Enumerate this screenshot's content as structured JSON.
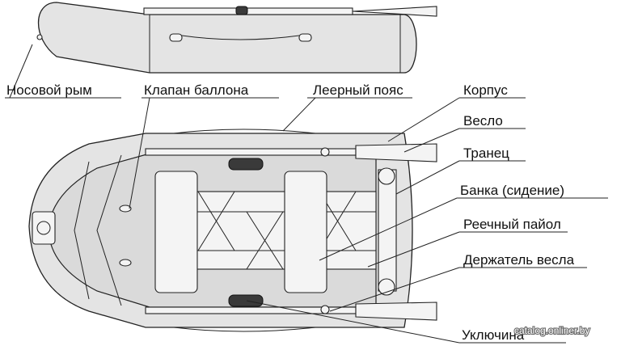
{
  "labels": {
    "bow_rope": "Носовой рым",
    "balloon_valve": "Клапан баллона",
    "lifeline": "Леерный пояс",
    "hull": "Корпус",
    "oar": "Весло",
    "transom": "Транец",
    "bench": "Банка (сидение)",
    "slatted_floor": "Реечный пайол",
    "oar_holder": "Держатель весла",
    "oarlock": "Уключина"
  },
  "watermark": "catalog.onliner.by",
  "colors": {
    "line": "#222222",
    "tube_fill": "#e4e4e4",
    "part_fill": "#f4f4f4"
  }
}
